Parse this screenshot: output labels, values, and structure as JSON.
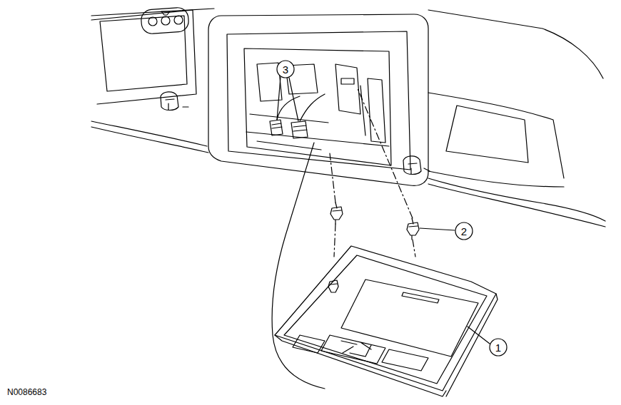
{
  "diagram": {
    "labels": [
      "3",
      "2",
      "1",
      "N0086683"
    ]
  }
}
